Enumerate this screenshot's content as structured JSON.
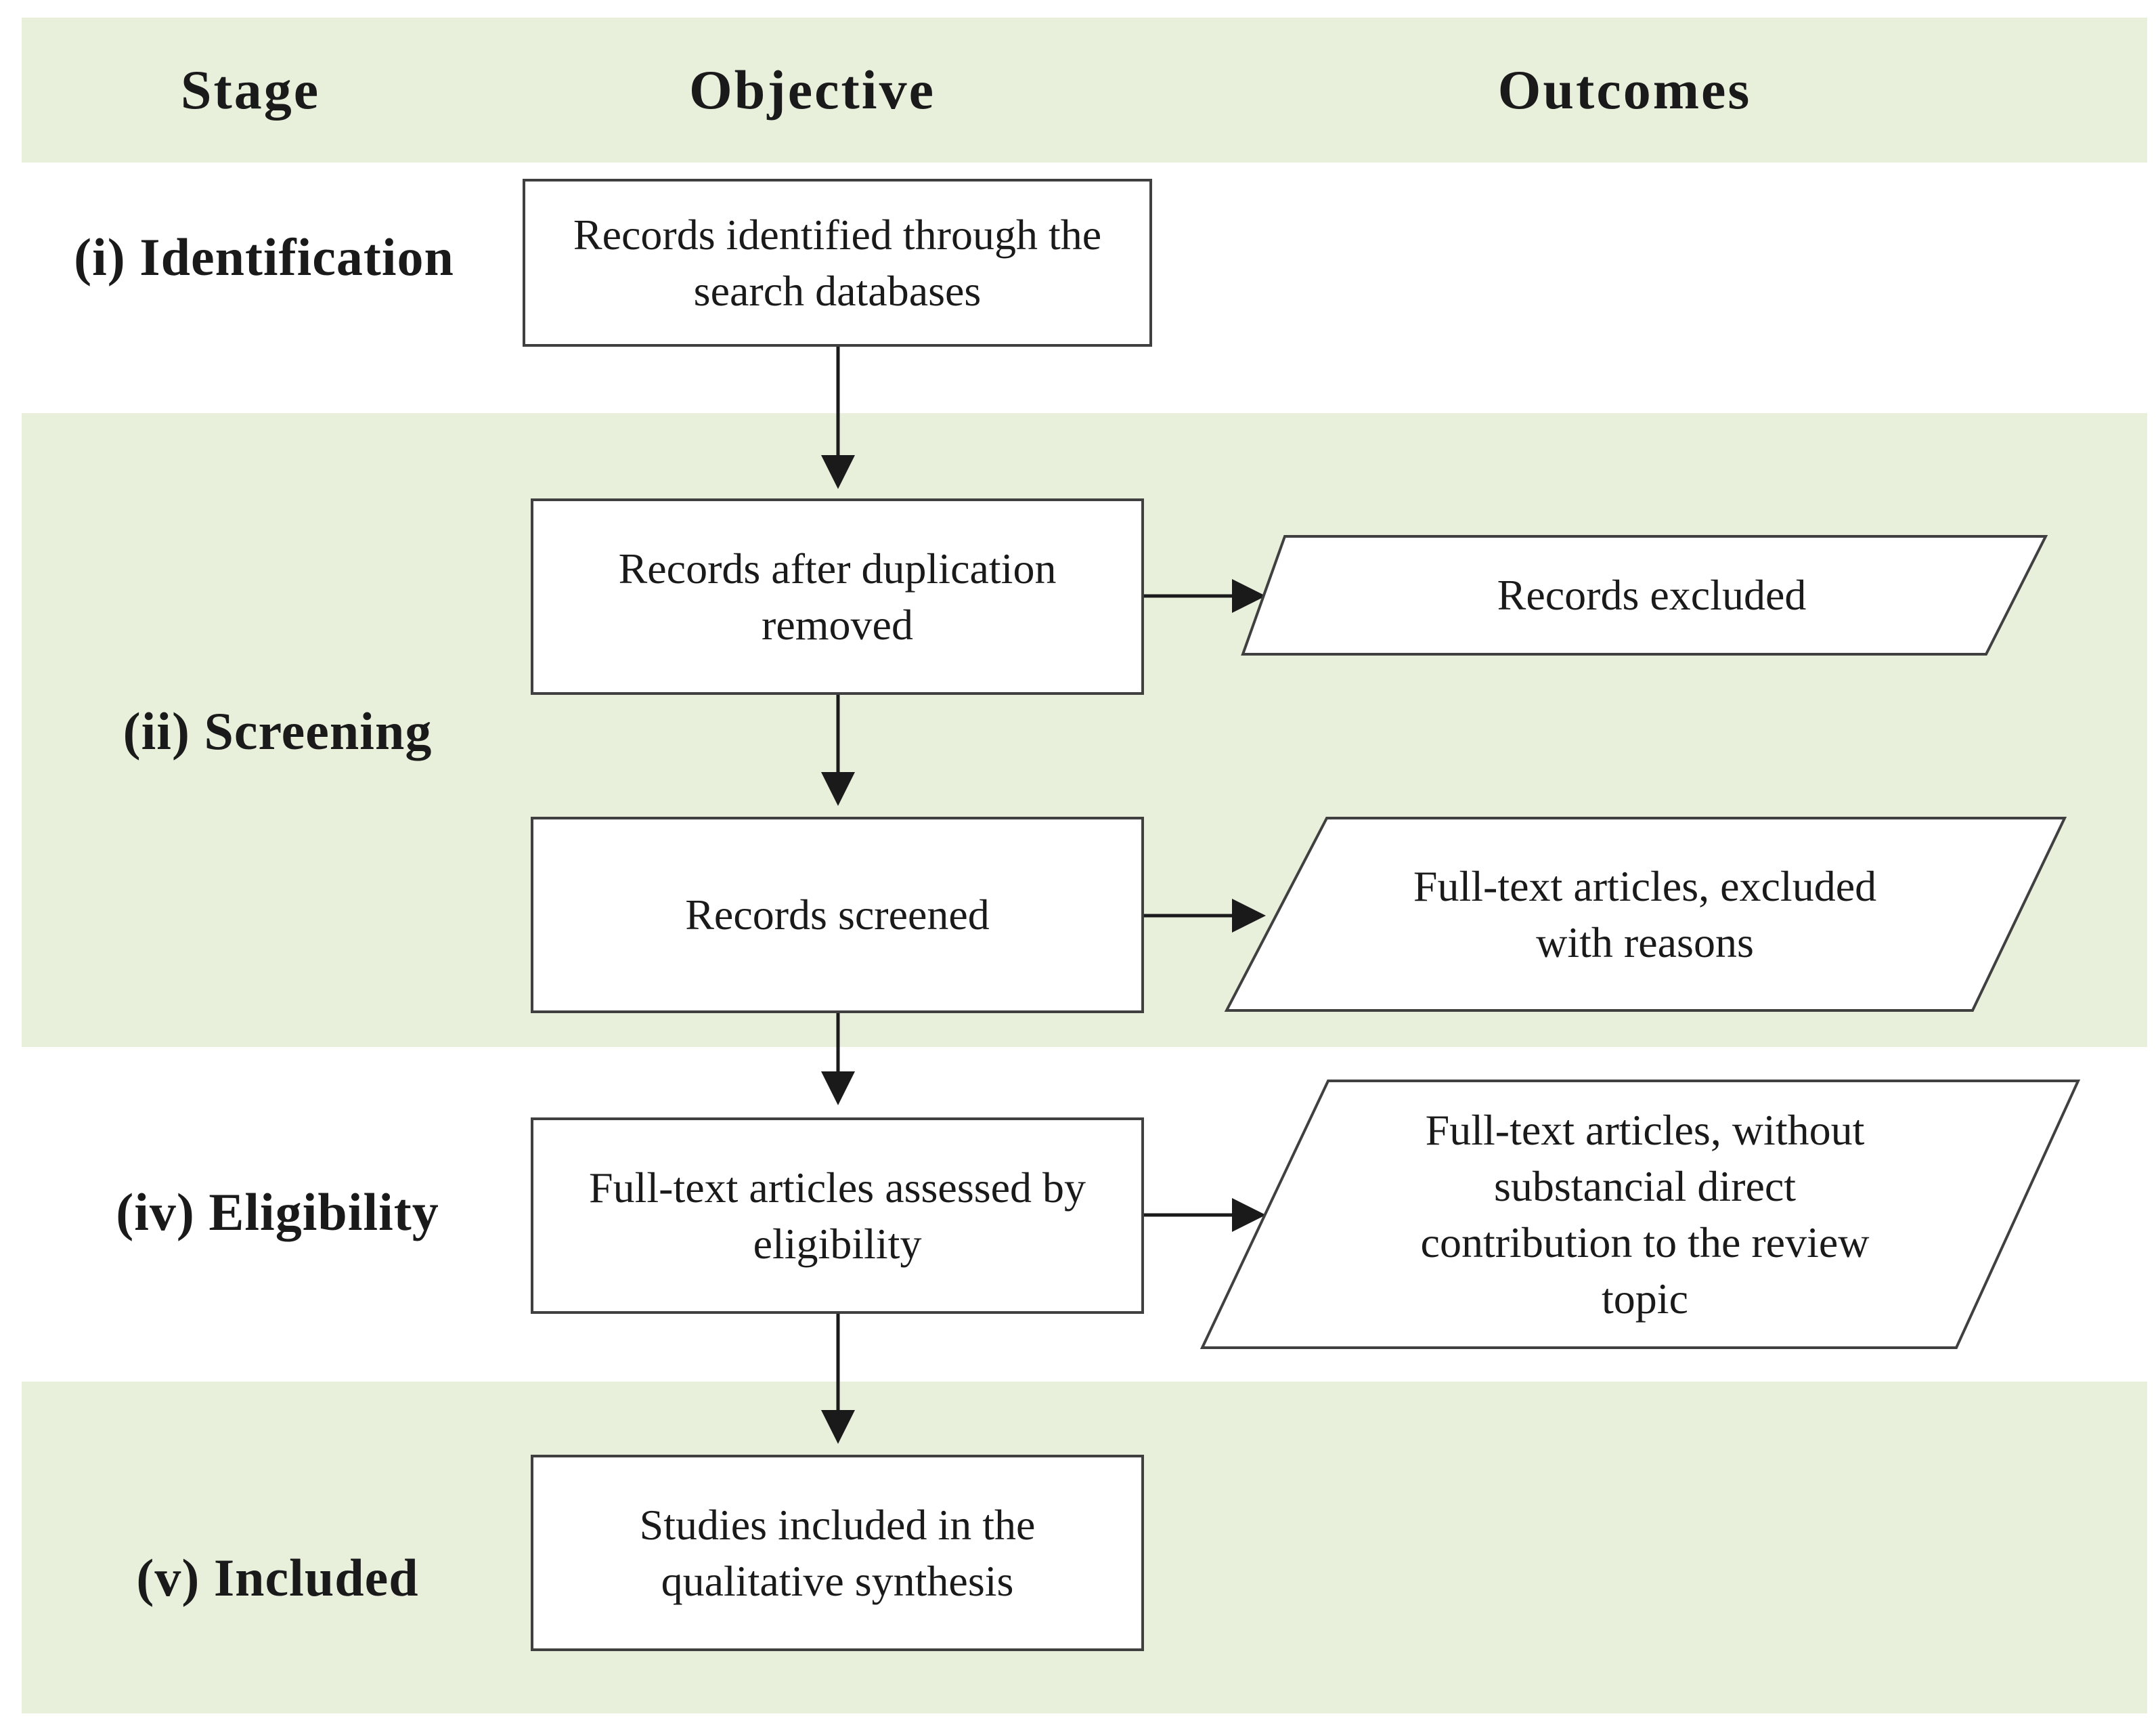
{
  "header": {
    "stage": "Stage",
    "objective": "Objective",
    "outcomes": "Outcomes"
  },
  "stages": {
    "identification": "(i) Identification",
    "screening": "(ii) Screening",
    "eligibility": "(iv) Eligibility",
    "included": "(v) Included"
  },
  "objectives": {
    "identified": "Records identified through the search databases",
    "deduplicated": "Records after duplication removed",
    "screened": "Records screened",
    "assessed": "Full-text articles assessed by eligibility",
    "included": "Studies included in the qualitative synthesis"
  },
  "outcomes": {
    "records_excluded": "Records excluded",
    "fulltext_excluded": "Full-text articles, excluded with reasons",
    "no_contribution": "Full-text articles, without substancial direct contribution to the review topic"
  },
  "colors": {
    "band": "#e8f0dc",
    "border": "#404040",
    "arrow": "#1a1a1a"
  }
}
